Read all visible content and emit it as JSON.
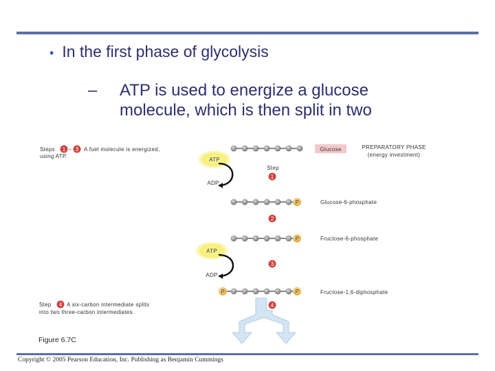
{
  "slide": {
    "bullet": "In the first phase of glycolysis",
    "dash": "–",
    "subpoint_line1": "ATP is used to energize a glucose",
    "subpoint_line2": "molecule, which is then split in two"
  },
  "diagram": {
    "steps_note_prefix": "Steps",
    "steps_note_range_start": "1",
    "steps_note_range_end": "3",
    "steps_note_dash": "–",
    "steps_note_text_line1": "A fuel molecule is energized,",
    "steps_note_text_line2": "using ATP.",
    "step4_prefix": "Step",
    "step4_number": "4",
    "step4_text_line1": "A six-carbon intermediate splits",
    "step4_text_line2": "into two three-carbon intermediates.",
    "phase_line1": "PREPARATORY PHASE",
    "phase_line2": "(energy investment)",
    "glucose_label": "Glucose",
    "step_word": "Step",
    "atp_label": "ATP",
    "adp_label": "ADP",
    "phosphate_label": "P",
    "step_numbers": [
      "1",
      "2",
      "3",
      "4"
    ],
    "molecules": [
      "Glucose-6-phosphate",
      "Fructose-6-phosphate",
      "Fructose-1,6-diphosphate"
    ],
    "colors": {
      "step_badge": "#d0433f",
      "atp_glow": "#f7ee74",
      "glucose_box": "#f4c9cc",
      "phosphate": "#f2c86a",
      "bead": "#9a9a9a",
      "arrow": "#cfe3f2"
    }
  },
  "footer": {
    "figure": "Figure 6.7C",
    "copyright": "Copyright © 2005 Pearson Education, Inc. Publishing as Benjamin Cummings"
  }
}
